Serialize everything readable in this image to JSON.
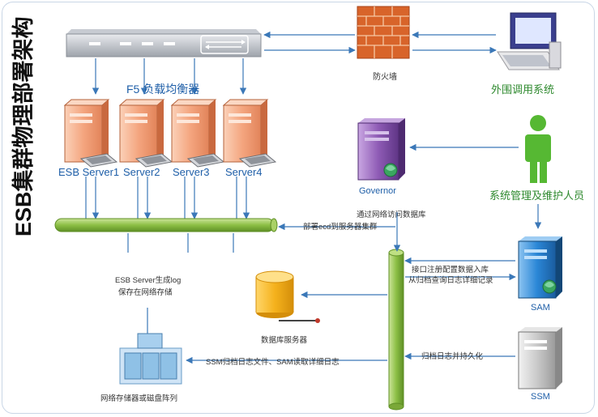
{
  "title": "ESB集群物理部署架构",
  "nodes": {
    "load_balancer": "F5 负载均衡器",
    "firewall": "防火墙",
    "external_system": "外围调用系统",
    "servers": [
      "ESB Server1",
      "Server2",
      "Server3",
      "Server4"
    ],
    "governor": "Governor",
    "admin": "系统管理及维护人员",
    "sam": "SAM",
    "ssm": "SSM",
    "database": "数据库服务器",
    "storage": "网络存储器或磁盘阵列"
  },
  "edges": {
    "gov_db": "通过网络访问数据库",
    "deploy": "部署ecd到服务器集群",
    "sam_register": "接口注册配置数据入库",
    "sam_query": "从归档查询日志详细记录",
    "log_store_1": "ESB Server生成log",
    "log_store_2": "保存在网络存储",
    "ssm_storage": "SSM归档日志文件、SAM读取详细日志",
    "ssm_archive": "归档日志并持久化"
  },
  "colors": {
    "server": "#f2a079",
    "bus": "#8cbf45",
    "governor": "#8e5bb5",
    "sam": "#2a86d6",
    "ssm": "#c9c9c9",
    "database": "#f5b21d",
    "storage": "#8fc1e6",
    "person": "#56b833",
    "firewall": "#d8642a",
    "arrow": "#3b78b8"
  }
}
